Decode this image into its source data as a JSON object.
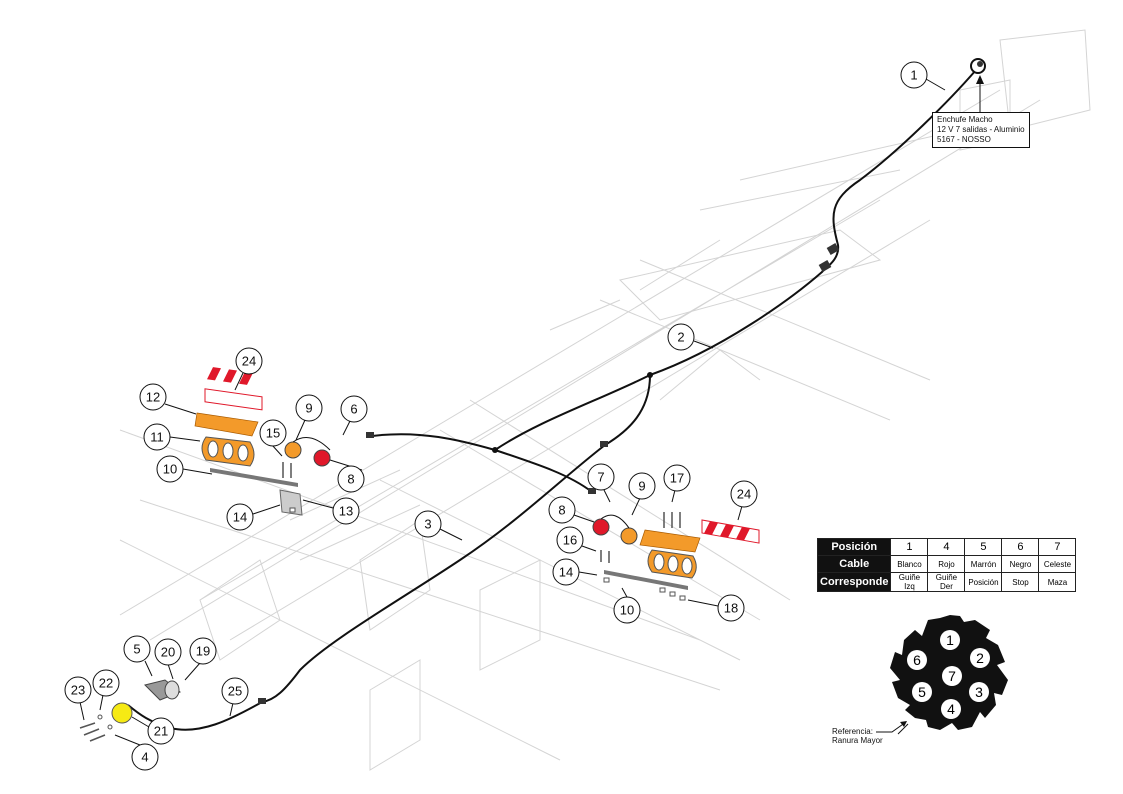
{
  "callouts": [
    "1",
    "2",
    "3",
    "4",
    "5",
    "6",
    "7",
    "8",
    "9",
    "10",
    "11",
    "12",
    "13",
    "14",
    "15",
    "16",
    "17",
    "18",
    "19",
    "20",
    "21",
    "22",
    "23",
    "24",
    "25"
  ],
  "plug_label": {
    "line1": "Enchufe Macho",
    "line2": "12 V 7 salidas - Aluminio",
    "line3": "5167 - NOSSO"
  },
  "wiring_table": {
    "row_headers": [
      "Posición",
      "Cable",
      "Corresponde"
    ],
    "positions": [
      "1",
      "4",
      "5",
      "6",
      "7"
    ],
    "cables": [
      "Blanco",
      "Rojo",
      "Marrón",
      "Negro",
      "Celeste"
    ],
    "functions": [
      "Guiñe Izq",
      "Guiñe Der",
      "Posición",
      "Stop",
      "Maza"
    ]
  },
  "connector": {
    "pins": [
      "1",
      "2",
      "3",
      "4",
      "5",
      "6",
      "7"
    ],
    "reference_line1": "Referencia:",
    "reference_line2": "Ranura Mayor"
  },
  "colors": {
    "amber": "#f39a2a",
    "red": "#e0182a",
    "yellow": "#f6ea14",
    "frame": "#d4d4d4"
  }
}
